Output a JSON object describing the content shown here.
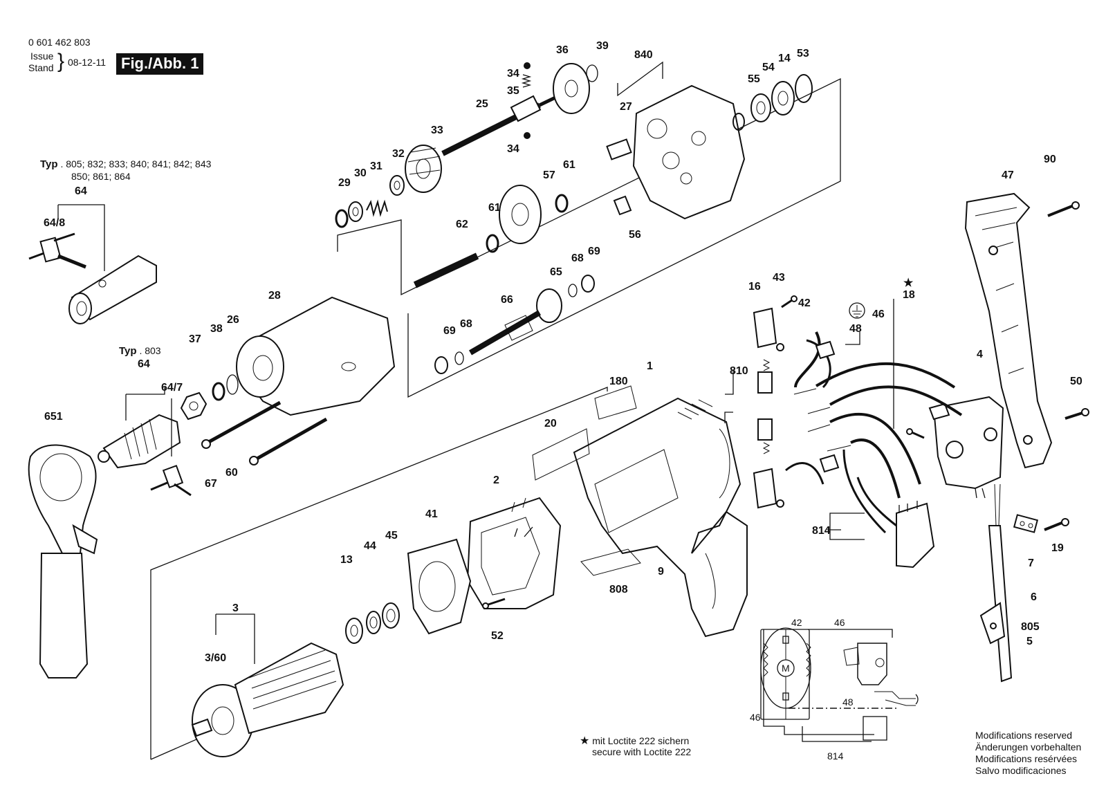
{
  "header": {
    "part_number": "0 601 462 803",
    "issue_label": "Issue",
    "stand_label": "Stand",
    "date": "08-12-11",
    "figure": "Fig./Abb. 1"
  },
  "types": {
    "typ_label": "Typ",
    "upper_list_1": ". 805; 832; 833; 840; 841; 842; 843",
    "upper_list_2": "850;  861; 864",
    "lower_list": ". 803"
  },
  "parts": [
    {
      "id": "p0601",
      "label": "0 601 462 803"
    },
    {
      "id": "p34a",
      "label": "34"
    },
    {
      "id": "p35",
      "label": "35"
    },
    {
      "id": "p36",
      "label": "36"
    },
    {
      "id": "p39",
      "label": "39"
    },
    {
      "id": "p840",
      "label": "840"
    },
    {
      "id": "p27",
      "label": "27"
    },
    {
      "id": "p55",
      "label": "55"
    },
    {
      "id": "p54",
      "label": "54"
    },
    {
      "id": "p14",
      "label": "14"
    },
    {
      "id": "p53",
      "label": "53"
    },
    {
      "id": "p25",
      "label": "25"
    },
    {
      "id": "p33",
      "label": "33"
    },
    {
      "id": "p34b",
      "label": "34"
    },
    {
      "id": "p32",
      "label": "32"
    },
    {
      "id": "p31",
      "label": "31"
    },
    {
      "id": "p30",
      "label": "30"
    },
    {
      "id": "p29",
      "label": "29"
    },
    {
      "id": "p57",
      "label": "57"
    },
    {
      "id": "p61a",
      "label": "61"
    },
    {
      "id": "p61b",
      "label": "61"
    },
    {
      "id": "p56",
      "label": "56"
    },
    {
      "id": "p62",
      "label": "62"
    },
    {
      "id": "p64a",
      "label": "64"
    },
    {
      "id": "p648",
      "label": "64/8"
    },
    {
      "id": "p28",
      "label": "28"
    },
    {
      "id": "p65",
      "label": "65"
    },
    {
      "id": "p68a",
      "label": "68"
    },
    {
      "id": "p69a",
      "label": "69"
    },
    {
      "id": "p66",
      "label": "66"
    },
    {
      "id": "p69b",
      "label": "69"
    },
    {
      "id": "p68b",
      "label": "68"
    },
    {
      "id": "p37",
      "label": "37"
    },
    {
      "id": "p38",
      "label": "38"
    },
    {
      "id": "p26",
      "label": "26"
    },
    {
      "id": "p64b",
      "label": "64"
    },
    {
      "id": "p647",
      "label": "64/7"
    },
    {
      "id": "p651",
      "label": "651"
    },
    {
      "id": "p67",
      "label": "67"
    },
    {
      "id": "p60",
      "label": "60"
    },
    {
      "id": "p47",
      "label": "47"
    },
    {
      "id": "p90",
      "label": "90"
    },
    {
      "id": "p16",
      "label": "16"
    },
    {
      "id": "p43",
      "label": "43"
    },
    {
      "id": "p42",
      "label": "42"
    },
    {
      "id": "p48",
      "label": "48"
    },
    {
      "id": "p46",
      "label": "46"
    },
    {
      "id": "p18",
      "label": "18"
    },
    {
      "id": "p810",
      "label": "810"
    },
    {
      "id": "p180",
      "label": "180"
    },
    {
      "id": "p1",
      "label": "1"
    },
    {
      "id": "p20",
      "label": "20"
    },
    {
      "id": "p4",
      "label": "4"
    },
    {
      "id": "p50",
      "label": "50"
    },
    {
      "id": "p2",
      "label": "2"
    },
    {
      "id": "p41",
      "label": "41"
    },
    {
      "id": "p13",
      "label": "13"
    },
    {
      "id": "p44",
      "label": "44"
    },
    {
      "id": "p45",
      "label": "45"
    },
    {
      "id": "p814",
      "label": "814"
    },
    {
      "id": "p9",
      "label": "9"
    },
    {
      "id": "p808",
      "label": "808"
    },
    {
      "id": "p7",
      "label": "7"
    },
    {
      "id": "p19",
      "label": "19"
    },
    {
      "id": "p6",
      "label": "6"
    },
    {
      "id": "p805",
      "label": "805"
    },
    {
      "id": "p5",
      "label": "5"
    },
    {
      "id": "p52",
      "label": "52"
    },
    {
      "id": "p3",
      "label": "3"
    },
    {
      "id": "p360",
      "label": "3/60"
    }
  ],
  "schematic": {
    "label_42": "42",
    "label_46_top": "46",
    "label_46_left": "46",
    "label_48": "48",
    "label_814": "814",
    "motor_symbol": "M"
  },
  "notes": {
    "loctite_de": "mit Loctite 222 sichern",
    "loctite_en": "secure with Loctite 222",
    "star_symbol": "★"
  },
  "modifications": [
    "Modifications reserved",
    "Änderungen vorbehalten",
    "Modifications resérvées",
    "Salvo modificaciones"
  ]
}
